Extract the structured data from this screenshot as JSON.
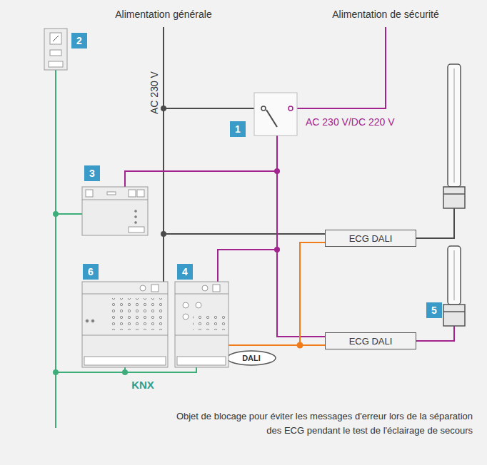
{
  "diagram": {
    "caption": "Objet de blocage pour éviter les messages d'erreur lors de la séparation des ECG pendant le test de l'éclairage de secours",
    "nodes": [
      {
        "text": [
          "ECG DALI"
        ]
      },
      {
        "text": [
          "ECG DALI"
        ]
      }
    ],
    "edges": [
      {
        "from": 0,
        "to": 1,
        "arrow": "none"
      }
    ],
    "labels": [
      "Alimentation générale",
      "Alimentation de sécurité",
      "AC 230 V",
      "AC 230 V/DC 220 V",
      "1",
      "2",
      "3",
      "4",
      "5",
      "6",
      "DALI",
      "KNX"
    ]
  }
}
